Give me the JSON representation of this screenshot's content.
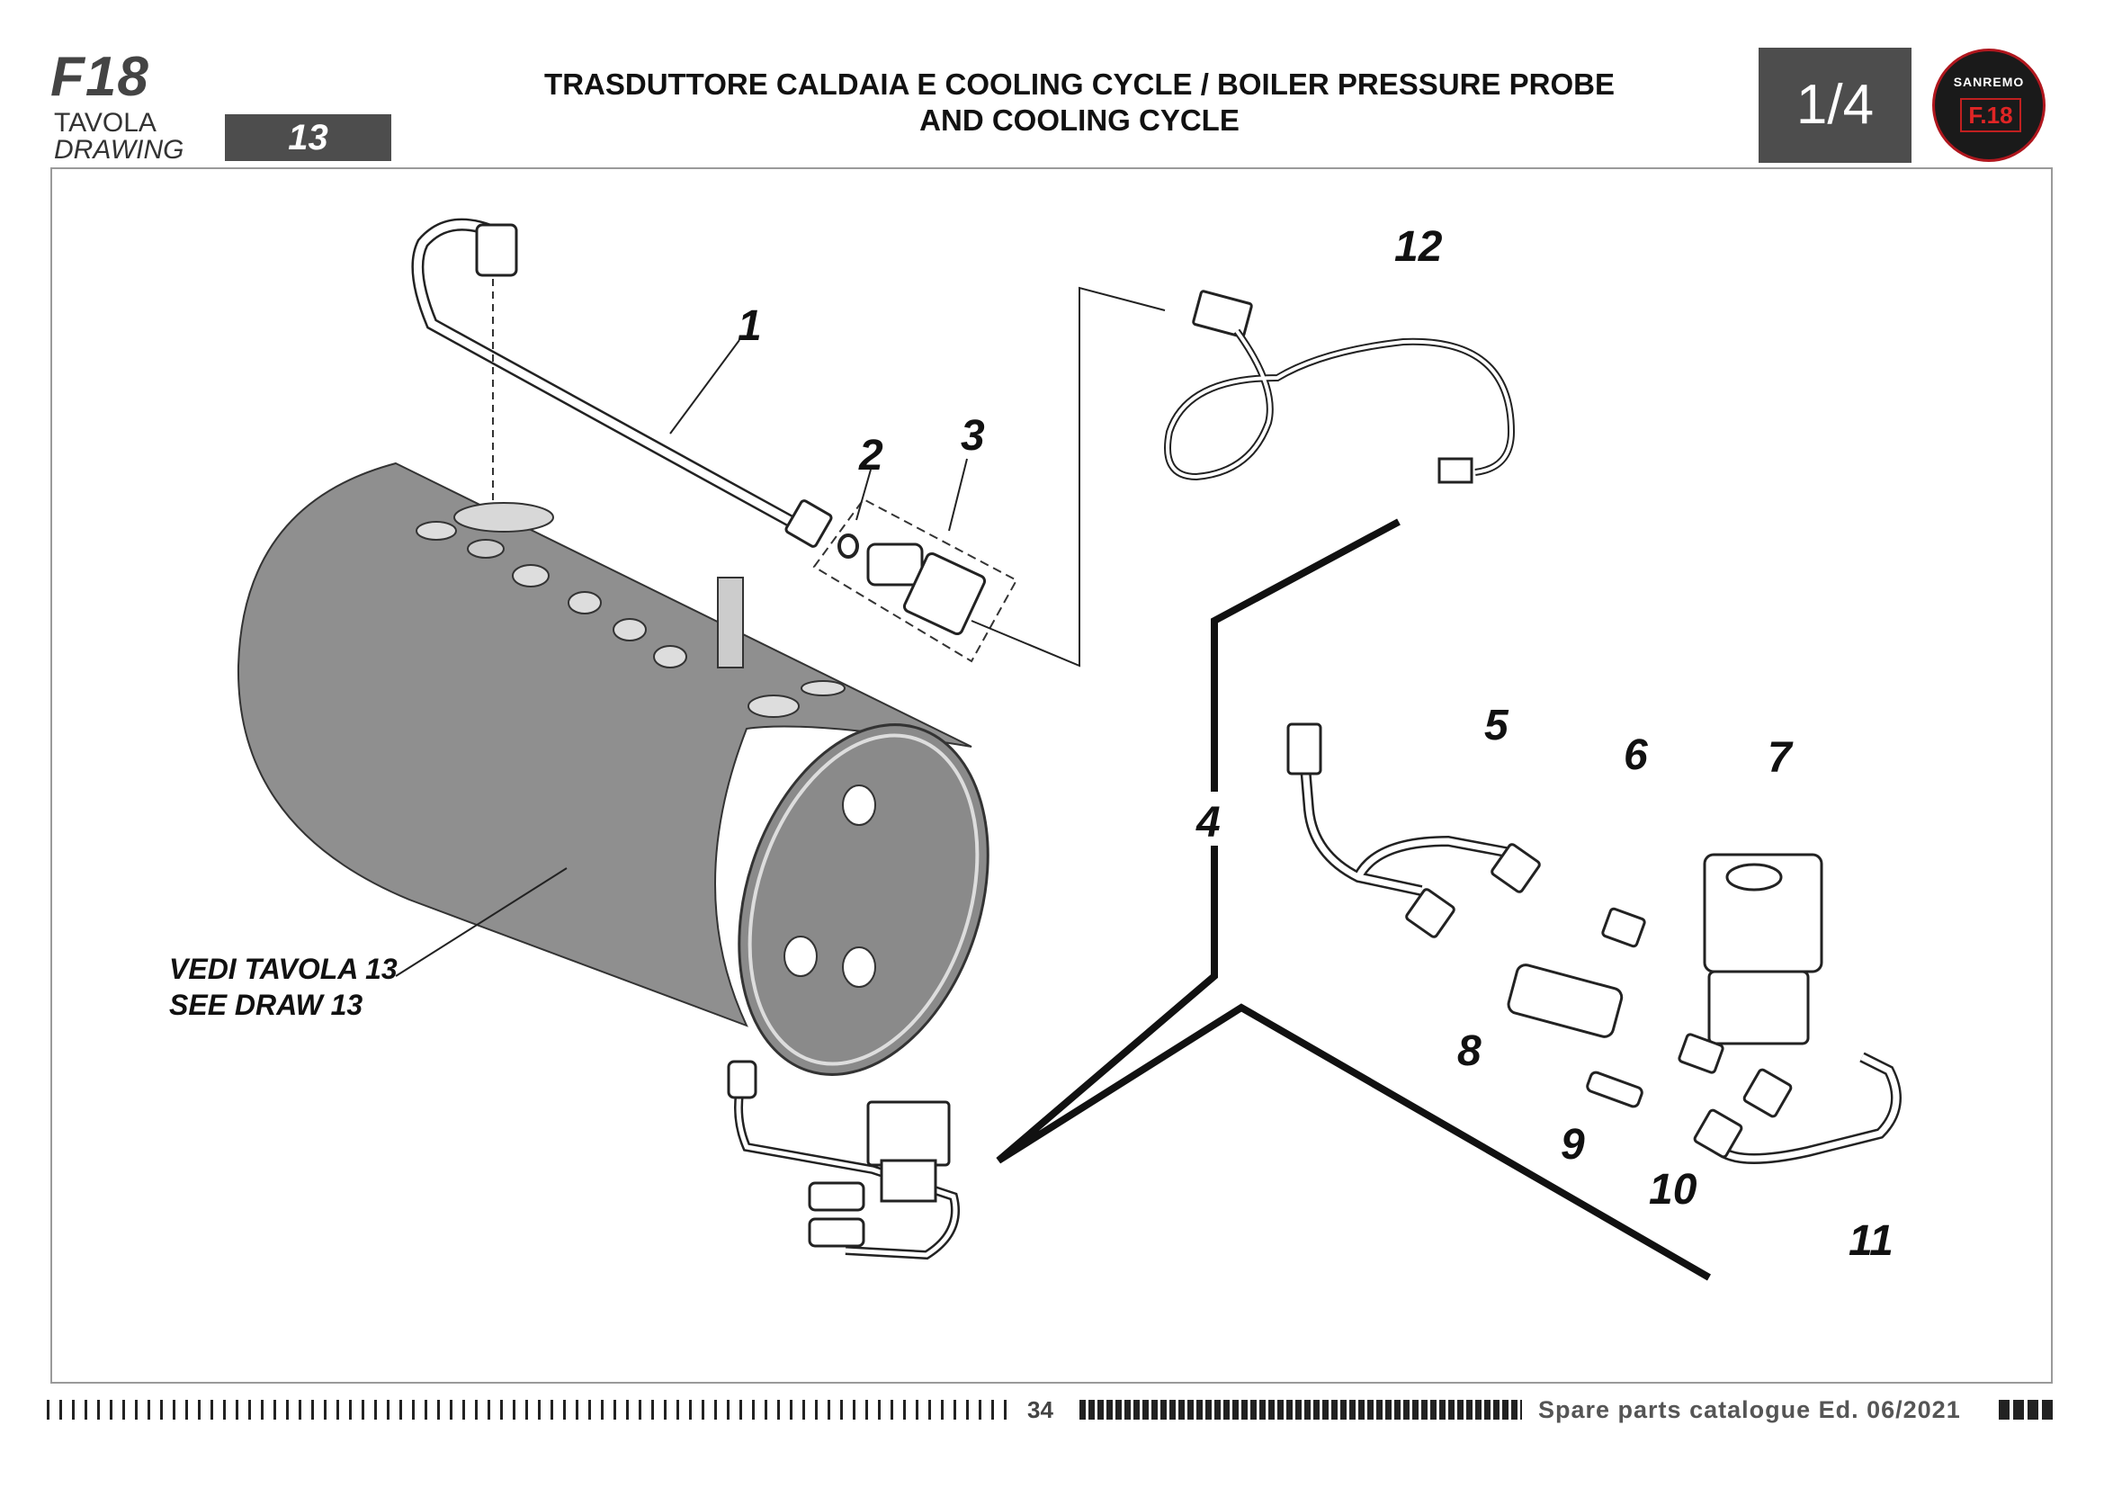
{
  "header": {
    "model": "F18",
    "tavola_label": "TAVOLA",
    "drawing_label": "DRAWING",
    "drawing_number": "13",
    "title_line1": "TRASDUTTORE CALDAIA E COOLING CYCLE / BOILER PRESSURE PROBE",
    "title_line2": "AND COOLING CYCLE",
    "page_fraction": "1/4",
    "logo_brand": "SANREMO",
    "logo_model": "F.18"
  },
  "callouts": [
    "1",
    "2",
    "3",
    "4",
    "5",
    "6",
    "7",
    "8",
    "9",
    "10",
    "11",
    "12"
  ],
  "note": {
    "line1": "VEDI TAVOLA 13",
    "line2": "SEE DRAW 13"
  },
  "footer": {
    "page_number": "34",
    "catalogue_text": "Spare parts catalogue Ed. 06/2021"
  },
  "colors": {
    "boiler": "#8f8f8f",
    "header_box": "#4d4d4d",
    "logo_ring": "#b0171e"
  }
}
